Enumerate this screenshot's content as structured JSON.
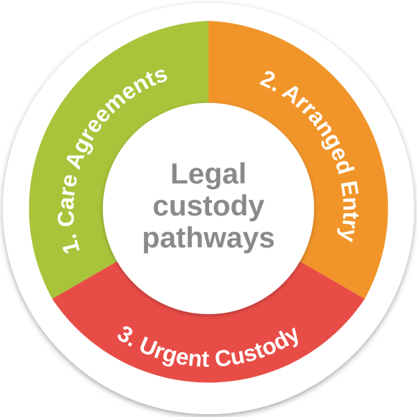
{
  "center": {
    "lines": [
      "Legal",
      "custody",
      "pathways"
    ],
    "color": "#8a8a8c"
  },
  "segments": [
    {
      "label": "1. Care Agreements",
      "color": "#a8c43a"
    },
    {
      "label": "2. Arranged Entry",
      "color": "#f1952a"
    },
    {
      "label": "3. Urgent Custody",
      "color": "#e84c46"
    }
  ],
  "colors": {
    "background": "#ffffff",
    "ring_border": "#ffffff",
    "center_fill": "#ffffff"
  }
}
